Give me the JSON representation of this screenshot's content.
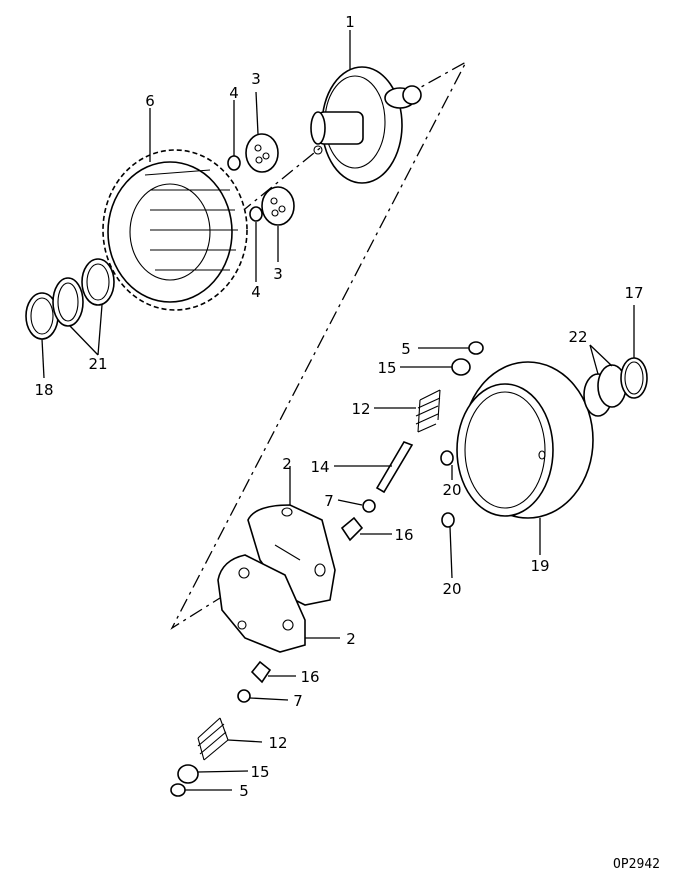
{
  "figure": {
    "code": "OP2942",
    "callouts": {
      "p1": "1",
      "p2a": "2",
      "p2b": "2",
      "p3a": "3",
      "p3b": "3",
      "p4a": "4",
      "p4b": "4",
      "p5a": "5",
      "p5b": "5",
      "p6": "6",
      "p7a": "7",
      "p7b": "7",
      "p12a": "12",
      "p12b": "12",
      "p14": "14",
      "p15a": "15",
      "p15b": "15",
      "p16a": "16",
      "p16b": "16",
      "p17": "17",
      "p18": "18",
      "p19": "19",
      "p20a": "20",
      "p20b": "20",
      "p21": "21",
      "p22": "22"
    }
  }
}
